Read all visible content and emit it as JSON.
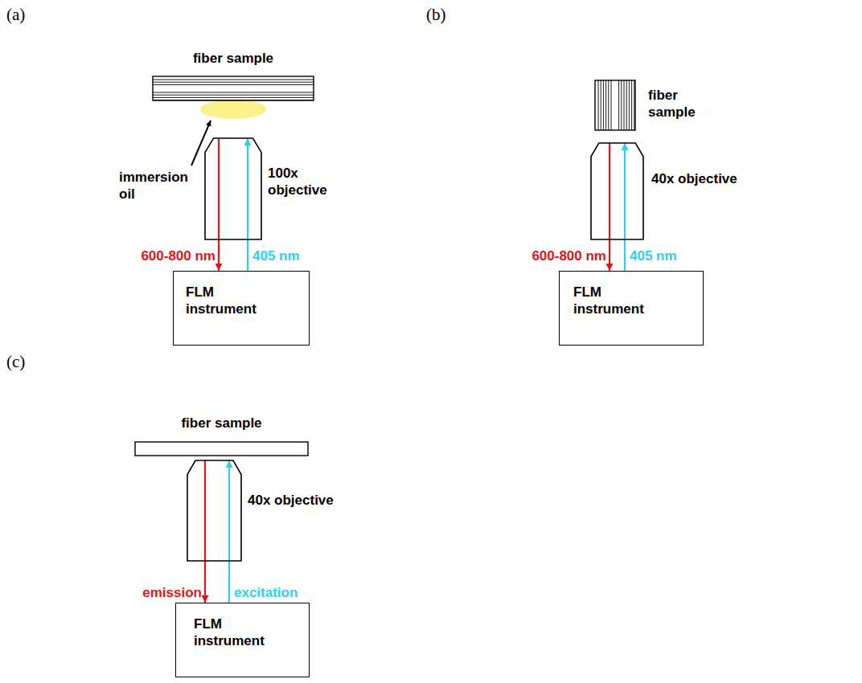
{
  "diagram": {
    "nodes": [
      {
        "text": [
          "fiber sample"
        ]
      },
      {
        "text": [
          "100x objective"
        ]
      },
      {
        "text": [
          "FLM instrument"
        ]
      },
      {
        "text": [
          "fiber sample"
        ]
      },
      {
        "text": [
          "40x objective"
        ]
      },
      {
        "text": [
          "FLM instrument"
        ]
      },
      {
        "text": [
          "fiber sample"
        ]
      },
      {
        "text": [
          "40x objective"
        ]
      },
      {
        "text": [
          "FLM instrument"
        ]
      }
    ],
    "edges": [
      {
        "from": 1,
        "to": 2,
        "arrow": "to",
        "label": "600-800 nm"
      },
      {
        "from": 2,
        "to": 1,
        "arrow": "to",
        "label": "405 nm"
      },
      {
        "from": 4,
        "to": 5,
        "arrow": "to",
        "label": "600-800 nm"
      },
      {
        "from": 5,
        "to": 4,
        "arrow": "to",
        "label": "405 nm"
      },
      {
        "from": 7,
        "to": 8,
        "arrow": "to",
        "label": "emission"
      },
      {
        "from": 8,
        "to": 7,
        "arrow": "to",
        "label": "excitation"
      }
    ],
    "labels": [
      "(a)",
      "(b)",
      "(c)",
      "immersion oil"
    ]
  }
}
